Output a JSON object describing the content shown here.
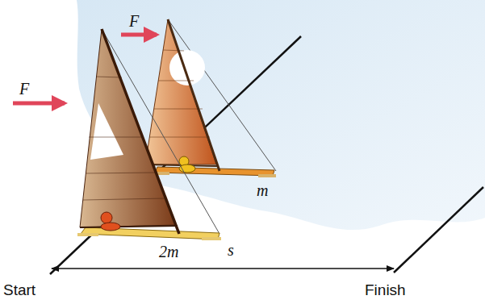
{
  "diagram": {
    "labels": [
      "F",
      "F",
      "m",
      "2m",
      "s",
      "Start",
      "Finish"
    ]
  }
}
